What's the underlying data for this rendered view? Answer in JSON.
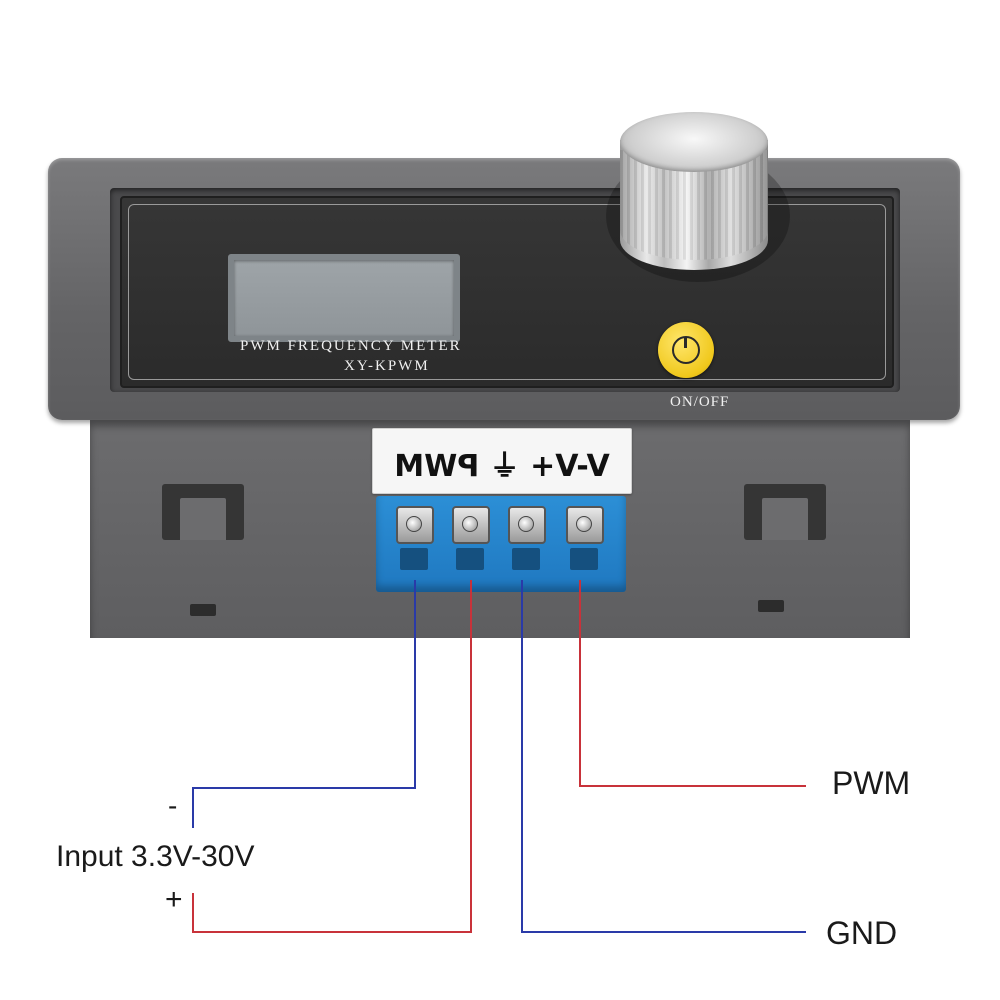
{
  "device": {
    "label_line1": "PWM FREQUENCY METER",
    "label_line2": "XY-KPWM",
    "power_label": "ON/OFF",
    "pin_label": "V-V+ ⏚ PWM"
  },
  "wiring": {
    "pwm_label": "PWM",
    "gnd_label": "GND",
    "minus_label": "-",
    "input_label": "Input 3.3V-30V",
    "plus_label": "+"
  },
  "colors": {
    "wire_red": "#c8323a",
    "wire_blue": "#2a3aa8",
    "terminal_blue": "#2486cc",
    "button_yellow": "#f2cb24"
  }
}
